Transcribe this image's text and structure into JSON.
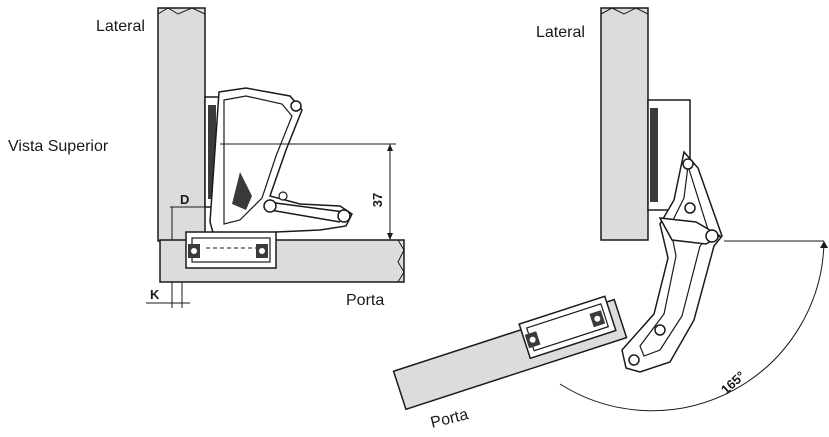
{
  "labels": {
    "lateral_left": "Lateral",
    "lateral_right": "Lateral",
    "vista_superior": "Vista Superior",
    "porta_left": "Porta",
    "porta_right": "Porta",
    "dim_d": "D",
    "dim_k": "K",
    "dim_37": "37",
    "angle": "165°"
  },
  "colors": {
    "panel": "#dcdcdc",
    "stroke": "#1a1a1a",
    "hinge_fill": "#ffffff",
    "hinge_dark": "#3a3a3a"
  }
}
